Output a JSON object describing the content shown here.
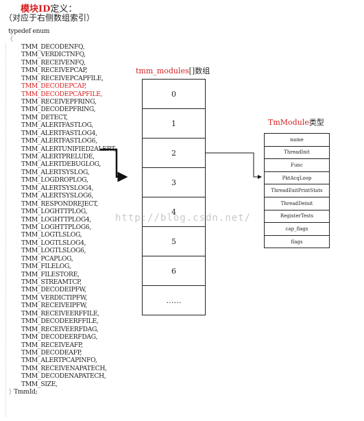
{
  "header": {
    "title_red": "模块ID",
    "title_suffix": "定义：",
    "subtitle": "（对应于右侧数组索引）"
  },
  "code": {
    "open": "typedef enum",
    "brace_open": "{",
    "items": [
      "TMM_DECODENFQ,",
      "TMM_VERDICTNFQ,",
      "TMM_RECEIVENFQ,",
      "TMM_RECEIVEPCAP,",
      "TMM_RECEIVEPCAPFILE,",
      "TMM_DECODEPCAP,",
      "TMM_DECODEPCAPFILE,",
      "TMM_RECEIVEPFRING,",
      "TMM_DECODEPFRING,",
      "TMM_DETECT,",
      "TMM_ALERTFASTLOG,",
      "TMM_ALERTFASTLOG4,",
      "TMM_ALERTFASTLOG6,",
      "TMM_ALERTUNIFIED2ALERT,",
      "TMM_ALERTPRELUDE,",
      "TMM_ALERTDEBUGLOG,",
      "TMM_ALERTSYSLOG,",
      "TMM_LOGDROPLOG,",
      "TMM_ALERTSYSLOG4,",
      "TMM_ALERTSYSLOG6,",
      "TMM_RESPONDREJECT,",
      "TMM_LOGHTTPLOG,",
      "TMM_LOGHTTPLOG4,",
      "TMM_LOGHTTPLOG6,",
      "TMM_LOGTLSLOG,",
      "TMM_LOGTLSLOG4,",
      "TMM_LOGTLSLOG6,",
      "TMM_PCAPLOG,",
      "TMM_FILELOG,",
      "TMM_FILESTORE,",
      "TMM_STREAMTCP,",
      "TMM_DECODEIPFW,",
      "TMM_VERDICTIPFW,",
      "TMM_RECEIVEIPFW,",
      "TMM_RECEIVEERFFILE,",
      "TMM_DECODEERFFILE,",
      "TMM_RECEIVEERFDAG,",
      "TMM_DECODEERFDAG,",
      "TMM_RECEIVEAFP,",
      "TMM_DECODEAFP,",
      "TMM_ALERTPCAPINFO,",
      "TMM_RECEIVENAPATECH,",
      "TMM_DECODENAPATECH,",
      "TMM_SIZE,"
    ],
    "highlighted": [
      5,
      6
    ],
    "brace_close": "}",
    "close": " TmmId;"
  },
  "array": {
    "label_red": "tmm_modules",
    "label_suffix": "[]数组",
    "cells": [
      "0",
      "1",
      "2",
      "3",
      "4",
      "5",
      "6",
      "……"
    ]
  },
  "struct": {
    "label_red": "TmModule",
    "label_suffix": "类型",
    "fields": [
      "name",
      "ThreadInit",
      "Func",
      "PktAcqLoop",
      "ThreadExitPrintStats",
      "ThreadDeinit",
      "RegisterTests",
      "cap_flags",
      "flags"
    ]
  },
  "watermark": "http://blog.csdn.net/",
  "colors": {
    "highlight": "#d42020",
    "line": "#222222"
  }
}
